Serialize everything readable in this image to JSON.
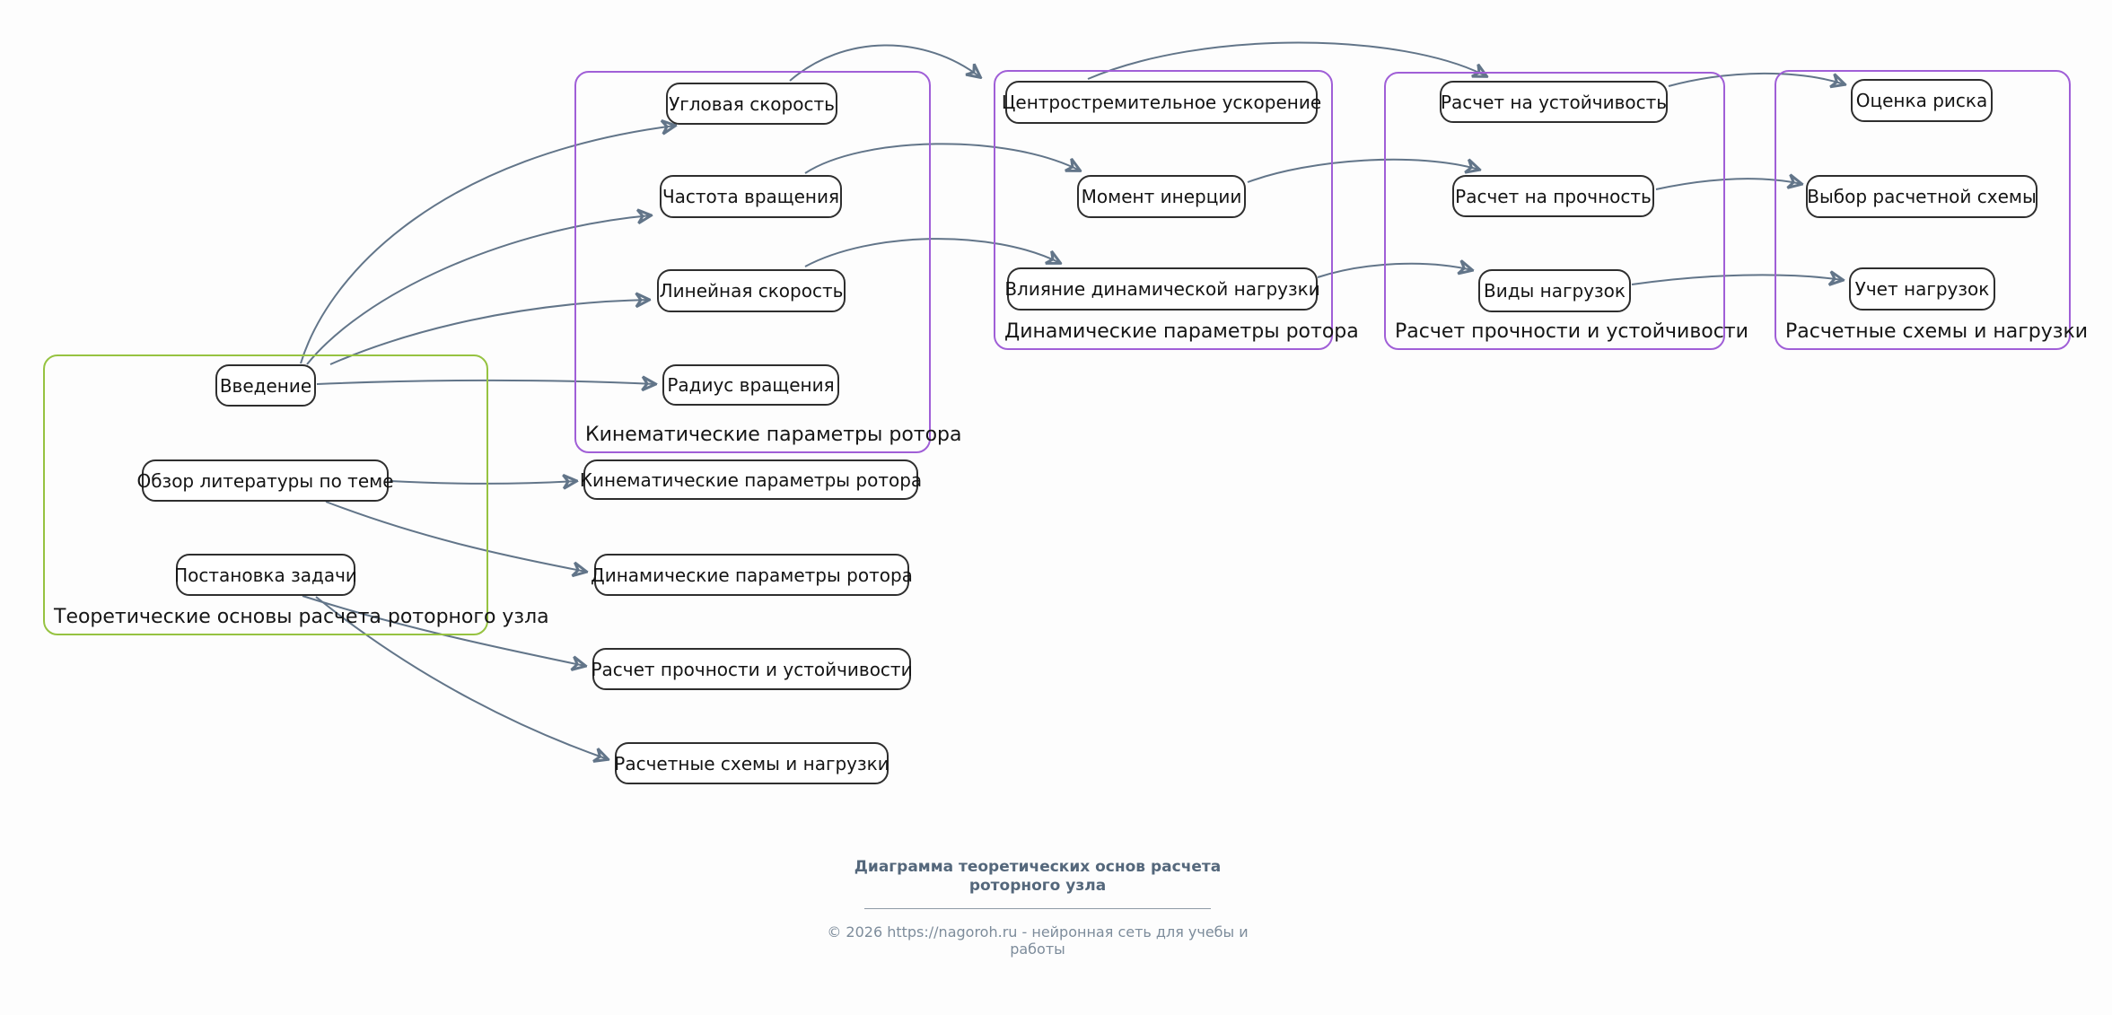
{
  "diagram": {
    "title": "Диаграмма теоретических основ расчета роторного узла",
    "colors": {
      "background": "#fdfdfd",
      "group_border_green": "#96c341",
      "group_border_purple": "#a05fd7",
      "node_border": "#2e2e2e",
      "node_fill": "#ffffff",
      "node_text": "#141414",
      "edge": "#627589",
      "footer_title": "#54677b",
      "footer_copyright": "#7d8c9b"
    },
    "groups": [
      {
        "label": "Теоретические основы расчета роторного узла",
        "border_color": "#96c341",
        "nodes": [
          {
            "label": "Введение"
          },
          {
            "label": "Обзор литературы по теме"
          },
          {
            "label": "Постановка задачи"
          }
        ]
      },
      {
        "label": "Кинематические параметры ротора",
        "border_color": "#a05fd7",
        "nodes": [
          {
            "label": "Угловая скорость"
          },
          {
            "label": "Частота вращения"
          },
          {
            "label": "Линейная скорость"
          },
          {
            "label": "Радиус вращения"
          }
        ]
      },
      {
        "label": "Динамические параметры ротора",
        "border_color": "#a05fd7",
        "nodes": [
          {
            "label": "Центростремительное ускорение"
          },
          {
            "label": "Момент инерции"
          },
          {
            "label": "Влияние динамической нагрузки"
          }
        ]
      },
      {
        "label": "Расчет прочности и устойчивости",
        "border_color": "#a05fd7",
        "nodes": [
          {
            "label": "Расчет на устойчивость"
          },
          {
            "label": "Расчет на прочность"
          },
          {
            "label": "Виды нагрузок"
          }
        ]
      },
      {
        "label": "Расчетные схемы и нагрузки",
        "border_color": "#a05fd7",
        "nodes": [
          {
            "label": "Оценка риска"
          },
          {
            "label": "Выбор расчетной схемы"
          },
          {
            "label": "Учет нагрузок"
          }
        ]
      }
    ],
    "standalone_nodes": [
      {
        "label": "Кинематические параметры ротора"
      },
      {
        "label": "Динамические параметры ротора"
      },
      {
        "label": "Расчет прочности и устойчивости"
      },
      {
        "label": "Расчетные схемы и нагрузки"
      }
    ],
    "edges": [
      {
        "from": "Введение",
        "to": "Угловая скорость"
      },
      {
        "from": "Введение",
        "to": "Частота вращения"
      },
      {
        "from": "Введение",
        "to": "Линейная скорость"
      },
      {
        "from": "Введение",
        "to": "Радиус вращения"
      },
      {
        "from": "Обзор литературы по теме",
        "to": "Кинематические параметры ротора"
      },
      {
        "from": "Обзор литературы по теме",
        "to": "Динамические параметры ротора"
      },
      {
        "from": "Постановка задачи",
        "to": "Расчет прочности и устойчивости"
      },
      {
        "from": "Постановка задачи",
        "to": "Расчетные схемы и нагрузки"
      },
      {
        "from": "Угловая скорость",
        "to": "Центростремительное ускорение"
      },
      {
        "from": "Частота вращения",
        "to": "Момент инерции"
      },
      {
        "from": "Линейная скорость",
        "to": "Влияние динамической нагрузки"
      },
      {
        "from": "Центростремительное ускорение",
        "to": "Расчет на устойчивость"
      },
      {
        "from": "Момент инерции",
        "to": "Расчет на прочность"
      },
      {
        "from": "Влияние динамической нагрузки",
        "to": "Виды нагрузок"
      },
      {
        "from": "Расчет на устойчивость",
        "to": "Оценка риска"
      },
      {
        "from": "Расчет на прочность",
        "to": "Выбор расчетной схемы"
      },
      {
        "from": "Виды нагрузок",
        "to": "Учет нагрузок"
      }
    ]
  },
  "footer": {
    "title_line1": "Диаграмма теоретических основ расчета",
    "title_line2": "роторного узла",
    "copyright": "© 2026 https://nagoroh.ru - нейронная сеть для учебы и работы"
  }
}
